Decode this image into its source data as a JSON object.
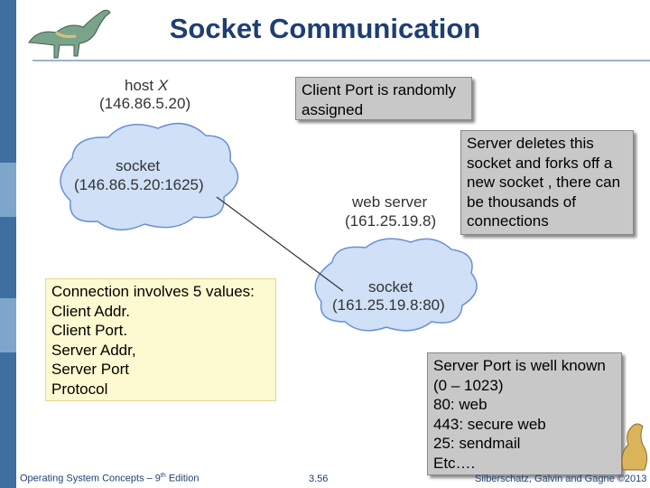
{
  "title": "Socket Communication",
  "host": {
    "label": "host",
    "name": "X",
    "ip": "(146.86.5.20)"
  },
  "client_socket": {
    "label": "socket",
    "addr": "(146.86.5.20:1625)"
  },
  "web_server": {
    "label": "web server",
    "ip": "(161.25.19.8)"
  },
  "server_socket": {
    "label": "socket",
    "addr": "(161.25.19.8:80)"
  },
  "notes": {
    "client_port": "Client Port is randomly\nassigned",
    "server_deletes": "Server deletes this\nsocket and forks off a\nnew socket , there can\nbe thousands of\nconnections",
    "connection_values": "Connection involves 5 values:\nClient Addr.\nClient Port.\nServer Addr,\nServer Port\nProtocol",
    "server_port": "Server Port is well known\n(0 – 1023)\n80: web\n443: secure web\n25: sendmail\nEtc…."
  },
  "footer": {
    "course_prefix": "Operating System Concepts – 9",
    "course_sup": "th",
    "course_suffix": " Edition",
    "page": "3.56",
    "authors": "Silberschatz, Galvin and Gagne ©2013"
  },
  "colors": {
    "title": "#1f3f73",
    "note_gray": "#c8c8c8",
    "note_yellow": "#fdf9d0",
    "cloud": "#cfe0f7",
    "cloud_stroke": "#6a8fd4"
  }
}
